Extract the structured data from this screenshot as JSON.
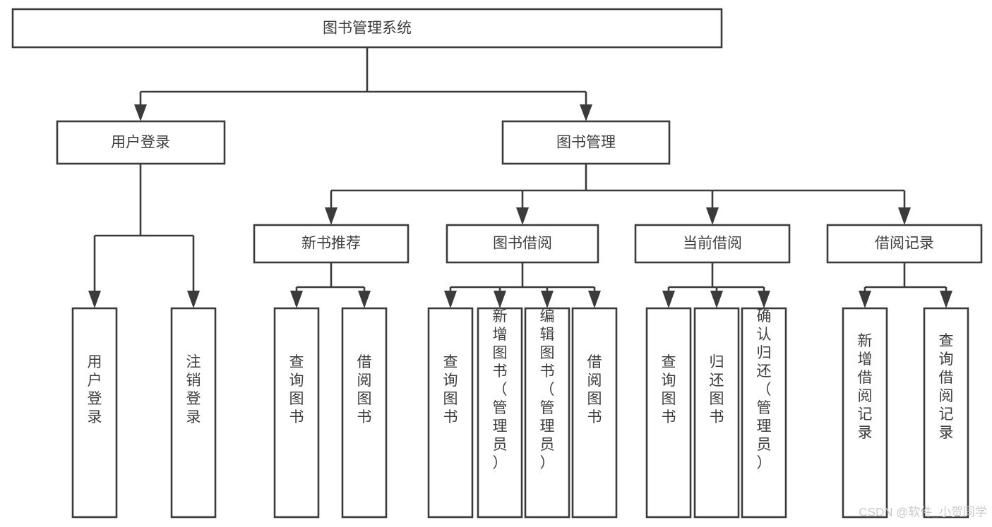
{
  "diagram": {
    "title_text": "图书管理系统",
    "type": "hierarchy-tree",
    "background_color": "#ffffff",
    "line_color": "#3b3b3b",
    "text_color": "#3d3d3d",
    "levels": {
      "root": {
        "label": "图书管理系统",
        "orientation": "horizontal"
      },
      "level1": [
        {
          "label": "用户登录",
          "orientation": "horizontal"
        },
        {
          "label": "图书管理",
          "orientation": "horizontal"
        }
      ],
      "level2": [
        {
          "label": "新书推荐",
          "orientation": "horizontal"
        },
        {
          "label": "图书借阅",
          "orientation": "horizontal"
        },
        {
          "label": "当前借阅",
          "orientation": "horizontal"
        },
        {
          "label": "借阅记录",
          "orientation": "horizontal"
        }
      ],
      "leaves": {
        "user_login_children": [
          {
            "label": "用户登录",
            "orientation": "vertical"
          },
          {
            "label": "注销登录",
            "orientation": "vertical"
          }
        ],
        "new_book_children": [
          {
            "label": "查询图书",
            "orientation": "vertical"
          },
          {
            "label": "借阅图书",
            "orientation": "vertical"
          }
        ],
        "book_borrow_children": [
          {
            "label": "查询图书",
            "orientation": "vertical"
          },
          {
            "label": "新增图书（管理员）",
            "orientation": "vertical"
          },
          {
            "label": "编辑图书（管理员）",
            "orientation": "vertical"
          },
          {
            "label": "借阅图书",
            "orientation": "vertical"
          }
        ],
        "current_borrow_children": [
          {
            "label": "查询图书",
            "orientation": "vertical"
          },
          {
            "label": "归还图书",
            "orientation": "vertical"
          },
          {
            "label": "确认归还（管理员）",
            "orientation": "vertical"
          }
        ],
        "borrow_record_children": [
          {
            "label": "新增借阅记录",
            "orientation": "vertical"
          },
          {
            "label": "查询借阅记录",
            "orientation": "vertical"
          }
        ]
      }
    }
  },
  "watermark": {
    "text": "CSDN @软件_小贺同学"
  }
}
